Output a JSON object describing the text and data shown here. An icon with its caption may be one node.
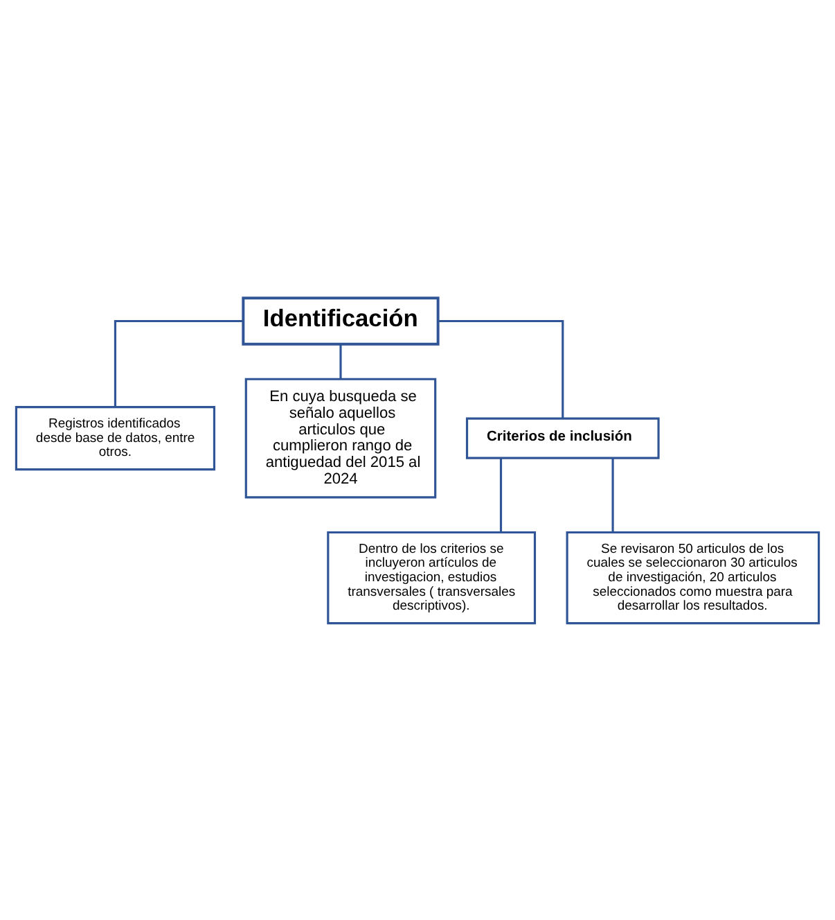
{
  "diagram": {
    "nodes": [
      {
        "text": [
          "Identificación"
        ]
      },
      {
        "text": [
          "Registros identificados desde base de datos, entre otros."
        ]
      },
      {
        "text": [
          "En cuya busqueda se señalo aquellos articulos que cumplieron rango de antiguedad del 2015 al 2024"
        ]
      },
      {
        "text": [
          "Criterios de inclusión"
        ]
      },
      {
        "text": [
          "Dentro de los criterios se incluyeron artículos de investigacion, estudios transversales ( transversales descriptivos)."
        ]
      },
      {
        "text": [
          "Se revisaron 50 articulos de los cuales se seleccionaron 30 articulos de investigación, 20 articulos seleccionados como muestra para desarrollar los resultados."
        ]
      }
    ],
    "edges": [
      {
        "from": 0,
        "to": 1,
        "arrow": "none"
      },
      {
        "from": 0,
        "to": 2,
        "arrow": "none"
      },
      {
        "from": 0,
        "to": 3,
        "arrow": "none"
      },
      {
        "from": 3,
        "to": 4,
        "arrow": "none"
      },
      {
        "from": 3,
        "to": 5,
        "arrow": "none"
      }
    ]
  }
}
